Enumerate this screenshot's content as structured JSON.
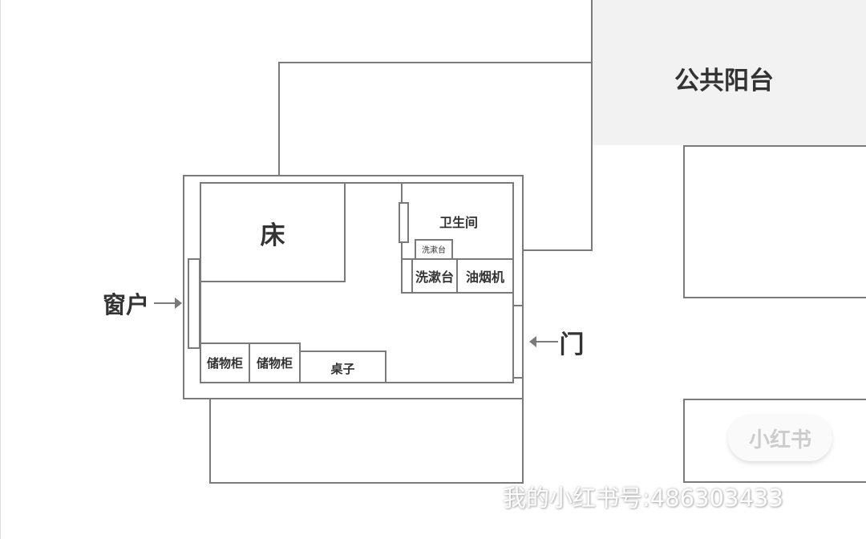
{
  "labels": {
    "balcony": "公共阳台",
    "bed": "床",
    "bathroom": "卫生间",
    "washbasin_small": "洗漱台",
    "washbasin": "洗漱台",
    "range_hood": "油烟机",
    "storage1": "储物柜",
    "storage2": "储物柜",
    "desk": "桌子",
    "window": "窗户",
    "door": "门"
  },
  "watermark": {
    "logo": "小红书",
    "text": "我的小红书号:486303433"
  },
  "colors": {
    "line": "#7a7a7a",
    "balcony_fill": "#f2f2f2"
  }
}
